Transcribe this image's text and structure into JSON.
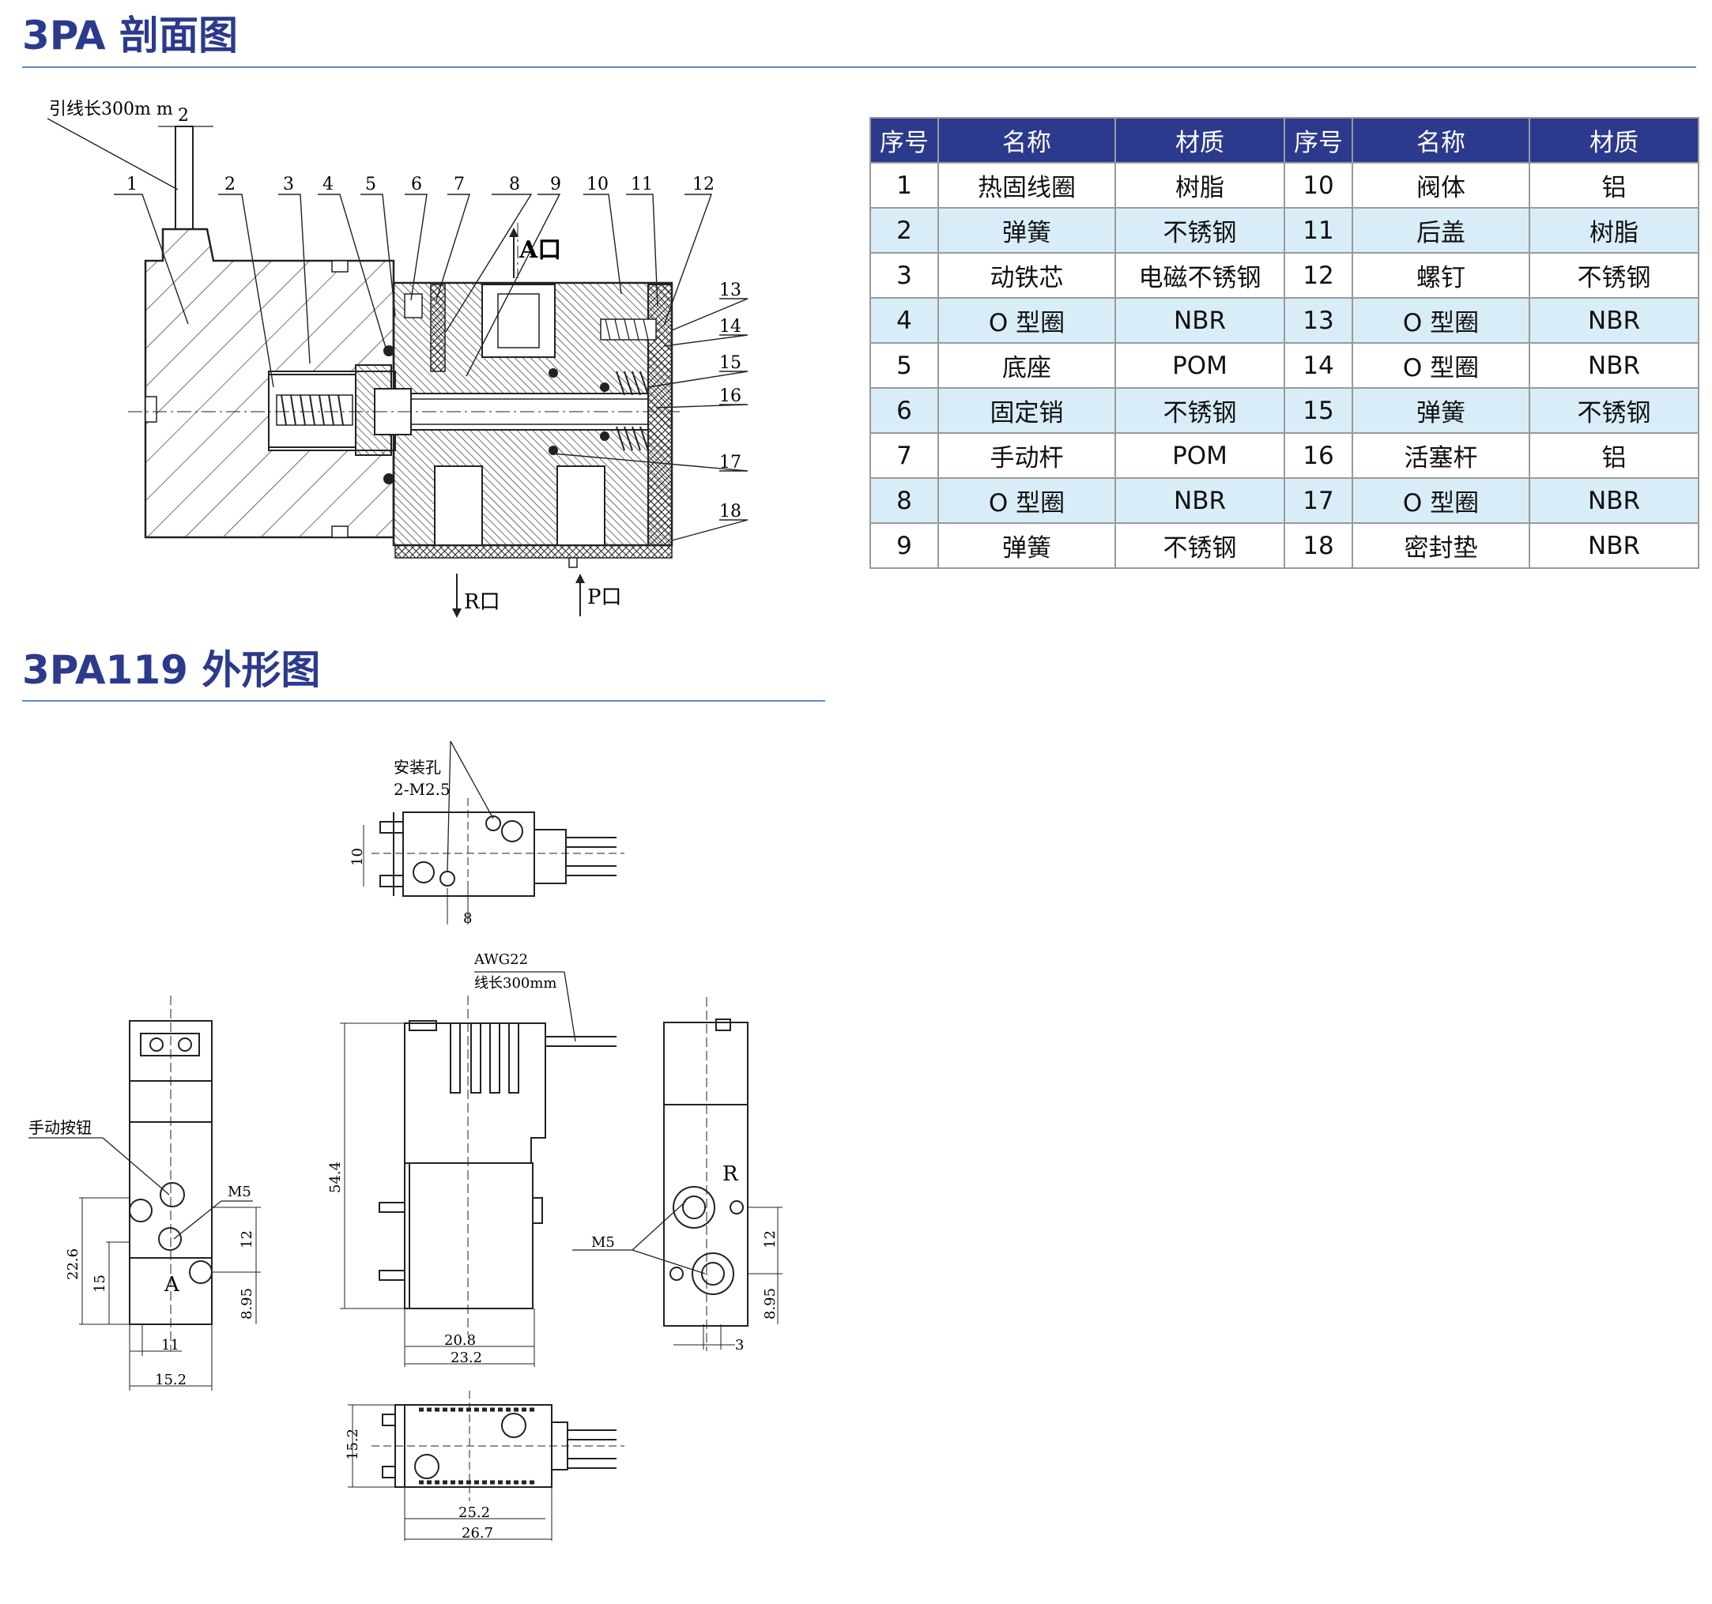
{
  "section1": {
    "title": "3PA 剖面图"
  },
  "section2": {
    "title": "3PA119 外形图"
  },
  "section_view": {
    "lead_label": "引线长300m m",
    "lead_dim": "2",
    "port_a": "A口",
    "port_r": "R口",
    "port_p": "P口",
    "callouts": [
      "1",
      "2",
      "3",
      "4",
      "5",
      "6",
      "7",
      "8",
      "9",
      "10",
      "11",
      "12",
      "13",
      "14",
      "15",
      "16",
      "17",
      "18"
    ]
  },
  "table": {
    "headers": [
      "序号",
      "名称",
      "材质",
      "序号",
      "名称",
      "材质"
    ],
    "rows": [
      [
        "1",
        "热固线圈",
        "树脂",
        "10",
        "阀体",
        "铝"
      ],
      [
        "2",
        "弹簧",
        "不锈钢",
        "11",
        "后盖",
        "树脂"
      ],
      [
        "3",
        "动铁芯",
        "电磁不锈钢",
        "12",
        "螺钉",
        "不锈钢"
      ],
      [
        "4",
        "O 型圈",
        "NBR",
        "13",
        "O 型圈",
        "NBR"
      ],
      [
        "5",
        "底座",
        "POM",
        "14",
        "O 型圈",
        "NBR"
      ],
      [
        "6",
        "固定销",
        "不锈钢",
        "15",
        "弹簧",
        "不锈钢"
      ],
      [
        "7",
        "手动杆",
        "POM",
        "16",
        "活塞杆",
        "铝"
      ],
      [
        "8",
        "O 型圈",
        "NBR",
        "17",
        "O 型圈",
        "NBR"
      ],
      [
        "9",
        "弹簧",
        "不锈钢",
        "18",
        "密封垫",
        "NBR"
      ]
    ]
  },
  "outline": {
    "top_view": {
      "hole_label_1": "安装孔",
      "hole_label_2": "2-M2.5",
      "dim_10": "10",
      "dim_8": "8"
    },
    "wire": {
      "label_1": "AWG22",
      "label_2": "线长300mm"
    },
    "left_view": {
      "manual_button": "手动按钮",
      "m5": "M5",
      "port_letter": "A",
      "dim_226": "22.6",
      "dim_15": "15",
      "dim_12": "12",
      "dim_895": "8.95",
      "dim_11": "11",
      "dim_152": "15.2"
    },
    "front_view": {
      "dim_544": "54.4",
      "dim_208": "20.8",
      "dim_232": "23.2"
    },
    "right_view": {
      "port_letter": "R",
      "m5": "M5",
      "dim_12": "12",
      "dim_895": "8.95",
      "dim_3": "3"
    },
    "bottom_view": {
      "dim_152": "15.2",
      "dim_252": "25.2",
      "dim_267": "26.7"
    }
  }
}
